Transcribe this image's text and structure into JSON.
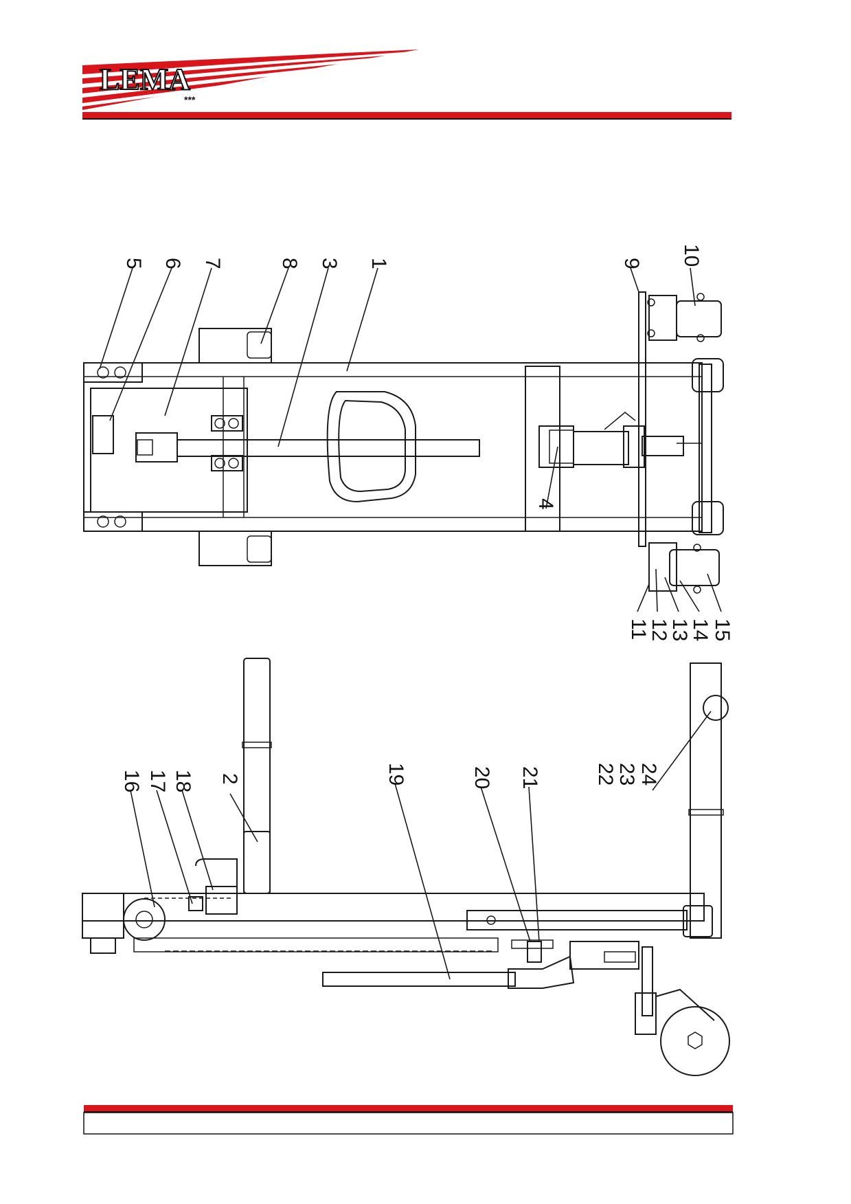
{
  "header": {
    "logo_text": "LEMA",
    "logo_stars": "***",
    "brand_color": "#d9141b"
  },
  "top_view": {
    "callouts": [
      "5",
      "6",
      "7",
      "8",
      "3",
      "1",
      "9",
      "10",
      "4",
      "11",
      "12",
      "13",
      "14",
      "15"
    ]
  },
  "side_view": {
    "callouts": [
      "16",
      "17",
      "18",
      "2",
      "19",
      "20",
      "21",
      "22",
      "23",
      "24"
    ]
  },
  "footer": {
    "brand_color": "#d9141b"
  }
}
